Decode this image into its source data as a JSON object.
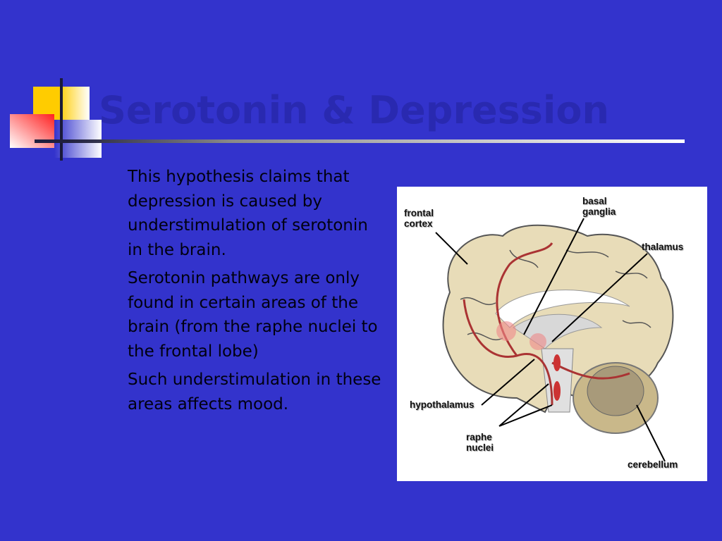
{
  "slide": {
    "title": "Serotonin & Depression",
    "bullets": [
      "This hypothesis claims that depression is caused by understimulation of serotonin in the brain.",
      "Serotonin pathways are only found in certain areas of the brain (from the raphe nuclei to the frontal lobe)",
      "Such understimulation in these areas affects mood."
    ],
    "colors": {
      "background": "#3333cc",
      "title": "#2929b0",
      "text": "#000010"
    }
  },
  "figure": {
    "description": "brain-sagittal-diagram-serotonin-pathways",
    "labels": {
      "frontal_cortex_1": "frontal",
      "frontal_cortex_2": "cortex",
      "basal_ganglia_1": "basal",
      "basal_ganglia_2": "ganglia",
      "thalamus": "thalamus",
      "hypothalamus": "hypothalamus",
      "raphe_nuclei_1": "raphe",
      "raphe_nuclei_2": "nuclei",
      "cerebellum": "cerebellum"
    }
  }
}
